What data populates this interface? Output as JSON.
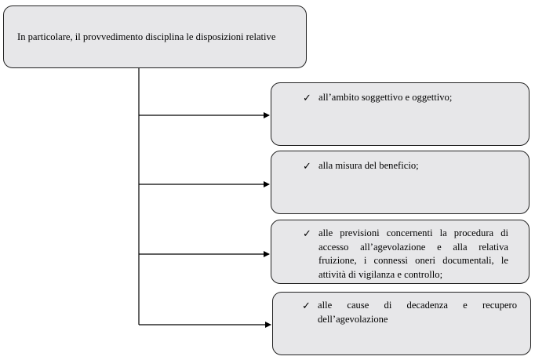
{
  "diagram": {
    "root": {
      "text": "In particolare, il provvedimento disciplina le disposizioni relative"
    },
    "check_symbol": "✓",
    "items": [
      {
        "text": "all’ambito soggettivo e oggettivo;"
      },
      {
        "text": "alla misura del beneficio;"
      },
      {
        "text": "alle previsioni concernenti la procedura di accesso all’agevolazione e alla relativa fruizione, i connessi oneri documentali, le attività di vigilanza e controllo;"
      },
      {
        "text": "alle cause di decadenza e recupero dell’agevolazione"
      }
    ],
    "colors": {
      "box_fill": "#e7e7e9",
      "box_border": "#222222",
      "line": "#000000"
    }
  }
}
